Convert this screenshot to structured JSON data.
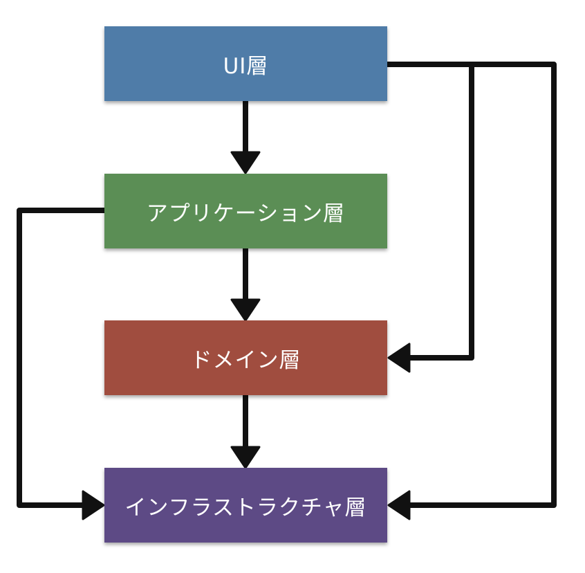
{
  "layers": {
    "ui": {
      "label": "UI層",
      "color": "#4f7ca8"
    },
    "application": {
      "label": "アプリケーション層",
      "color": "#5b8e55"
    },
    "domain": {
      "label": "ドメイン層",
      "color": "#a04d3f"
    },
    "infrastructure": {
      "label": "インフラストラクチャ層",
      "color": "#5d4a85"
    }
  },
  "arrow_color": "#111111",
  "dependencies": [
    {
      "from": "UI層",
      "to": "アプリケーション層"
    },
    {
      "from": "アプリケーション層",
      "to": "ドメイン層"
    },
    {
      "from": "ドメイン層",
      "to": "インフラストラクチャ層"
    },
    {
      "from": "UI層",
      "to": "ドメイン層"
    },
    {
      "from": "UI層",
      "to": "インフラストラクチャ層"
    },
    {
      "from": "アプリケーション層",
      "to": "インフラストラクチャ層"
    }
  ]
}
